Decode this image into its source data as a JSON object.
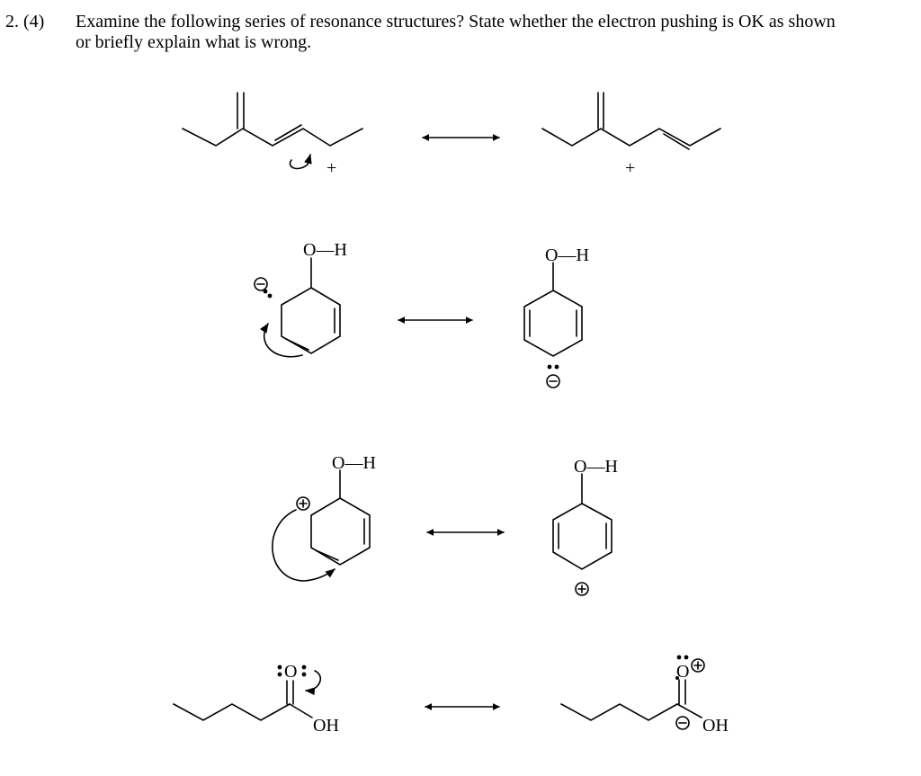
{
  "question": {
    "number": "2. (4)",
    "line1": "Examine the following series of resonance structures?  State whether the electron pushing is OK as shown",
    "line2": "or briefly explain what is wrong."
  },
  "labels": {
    "oh_bond": "O—H",
    "oh": "OH",
    "o": "O",
    "plus": "+"
  }
}
